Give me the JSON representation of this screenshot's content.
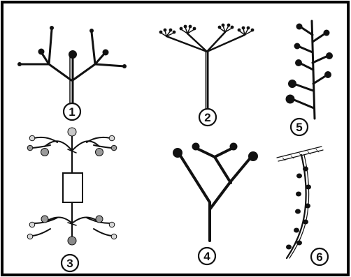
{
  "figure": {
    "labels": [
      "1",
      "2",
      "3",
      "4",
      "5",
      "6"
    ],
    "colors": {
      "ink": "#111111",
      "frame": "#000000",
      "background": "#ffffff",
      "bud_gray": "#9a9a9a",
      "bud_light": "#d6d6d6"
    }
  }
}
